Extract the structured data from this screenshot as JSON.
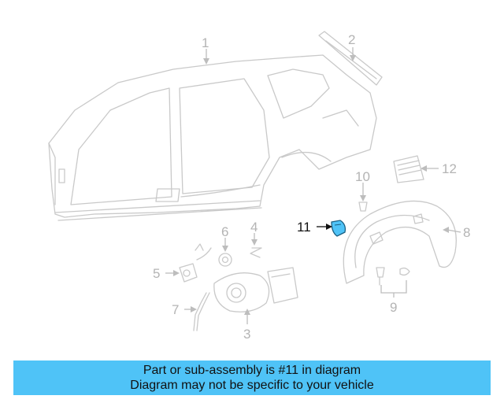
{
  "diagram": {
    "highlight_color": "#4fc3f7",
    "line_color": "#c9c9c9",
    "callouts": [
      {
        "label": "1",
        "highlighted": false
      },
      {
        "label": "2",
        "highlighted": false
      },
      {
        "label": "3",
        "highlighted": false
      },
      {
        "label": "4",
        "highlighted": false
      },
      {
        "label": "5",
        "highlighted": false
      },
      {
        "label": "6",
        "highlighted": false
      },
      {
        "label": "7",
        "highlighted": false
      },
      {
        "label": "8",
        "highlighted": false
      },
      {
        "label": "9",
        "highlighted": false
      },
      {
        "label": "10",
        "highlighted": false
      },
      {
        "label": "11",
        "highlighted": true
      },
      {
        "label": "12",
        "highlighted": false
      }
    ]
  },
  "banner": {
    "line1": "Part or sub-assembly is #11 in diagram",
    "line2": "Diagram may not be specific to your vehicle",
    "background": "#4fc3f7"
  }
}
